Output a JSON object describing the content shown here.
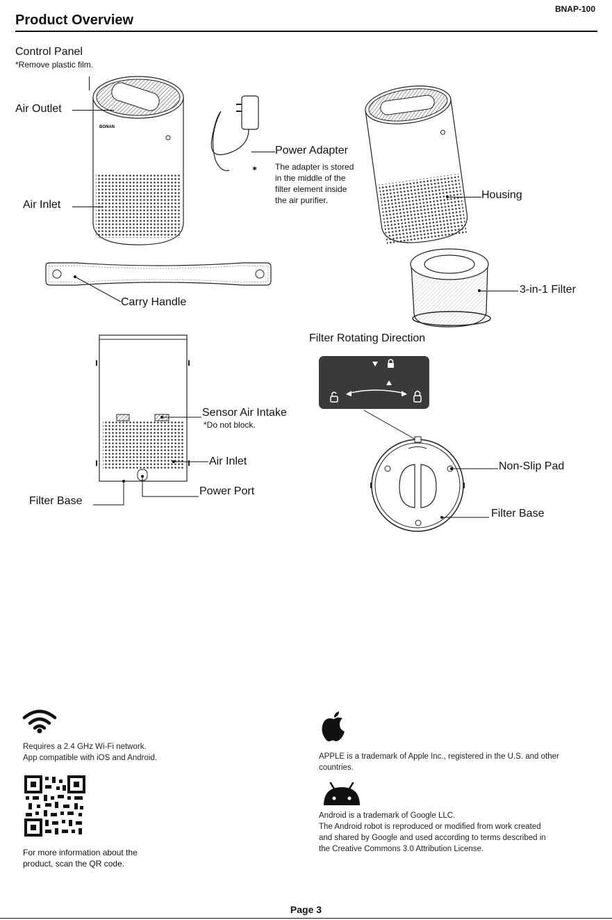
{
  "header": {
    "model": "BNAP-100",
    "title": "Product Overview"
  },
  "labels": {
    "control_panel": "Control Panel",
    "remove_film": "*Remove plastic film.",
    "air_outlet": "Air Outlet",
    "air_inlet_top": "Air Inlet",
    "power_adapter": "Power Adapter",
    "adapter_note": [
      "The adapter is stored",
      "in the middle of the",
      "filter element inside",
      "the air purifier."
    ],
    "housing": "Housing",
    "filter": "3-in-1 Filter",
    "carry_handle": "Carry Handle",
    "filter_rotating": "Filter Rotating Direction",
    "sensor_air_intake": "Sensor Air Intake",
    "do_not_block": "*Do not block.",
    "air_inlet_back": "Air Inlet",
    "power_port": "Power Port",
    "filter_base_left": "Filter Base",
    "non_slip_pad": "Non-Slip Pad",
    "filter_base_right": "Filter Base"
  },
  "info": {
    "wifi_lines": [
      "Requires a 2.4 GHz Wi-Fi network.",
      "App compatible with iOS and Android."
    ],
    "qr_lines": [
      "For more information about the",
      "product, scan the QR code."
    ],
    "apple_lines": [
      "APPLE is a trademark of Apple Inc., registered in the U.S. and other",
      "countries."
    ],
    "android_lines": [
      "Android is a trademark of Google LLC.",
      "The Android robot is reproduced or modified from work created",
      "and shared by Google and used according to terms described in",
      "the Creative Commons 3.0 Attribution License."
    ]
  },
  "icons": [
    "wifi-icon",
    "qr-code",
    "apple-icon",
    "android-icon",
    "lock-icon",
    "unlock-icon"
  ],
  "footer": {
    "page": "Page 3"
  }
}
